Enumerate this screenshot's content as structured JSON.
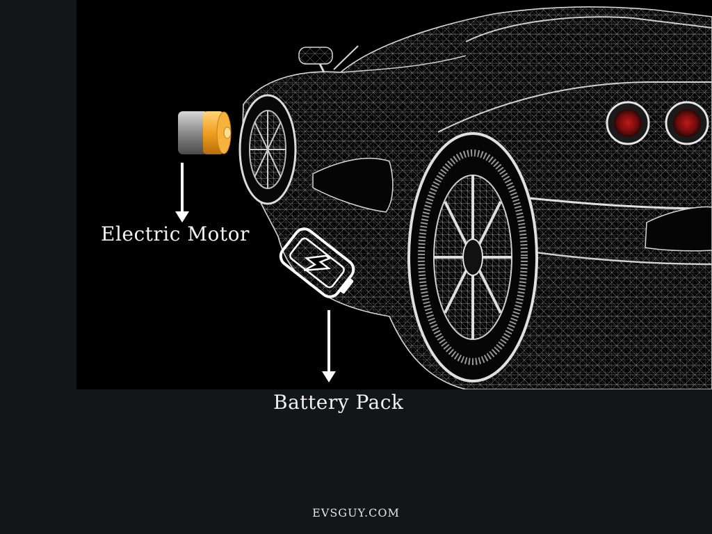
{
  "labels": {
    "motor": "Electric Motor",
    "battery": "Battery Pack"
  },
  "footer": {
    "site": "EVSGUY.COM"
  },
  "icons": {
    "motor": "cylindrical-cell-icon",
    "battery": "battery-charging-icon",
    "car": "wireframe-sports-car"
  },
  "colors": {
    "background": "#121619",
    "panel": "#000000",
    "accent_orange": "#f0a020",
    "tail_light": "#b01818",
    "text": "#f2f2f2"
  }
}
